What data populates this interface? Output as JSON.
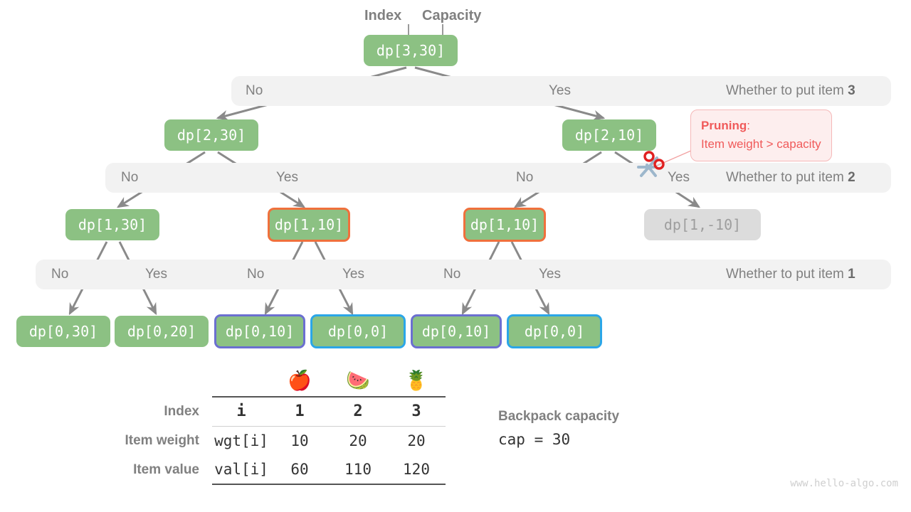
{
  "header_pointers": [
    {
      "label": "Index"
    },
    {
      "label": "Capacity"
    }
  ],
  "tree": {
    "levels": [
      {
        "nodes": [
          {
            "label": "dp[3,30]",
            "style": "green"
          }
        ]
      },
      {
        "nodes": [
          {
            "label": "dp[2,30]",
            "style": "green"
          },
          {
            "label": "dp[2,10]",
            "style": "green"
          }
        ]
      },
      {
        "nodes": [
          {
            "label": "dp[1,30]",
            "style": "green"
          },
          {
            "label": "dp[1,10]",
            "style": "green-orange-border"
          },
          {
            "label": "dp[1,10]",
            "style": "green-orange-border"
          },
          {
            "label": "dp[1,-10]",
            "style": "grey"
          }
        ]
      },
      {
        "nodes": [
          {
            "label": "dp[0,30]",
            "style": "green"
          },
          {
            "label": "dp[0,20]",
            "style": "green"
          },
          {
            "label": "dp[0,10]",
            "style": "green-purple-border"
          },
          {
            "label": "dp[0,0]",
            "style": "green-cyan-border"
          },
          {
            "label": "dp[0,10]",
            "style": "green-purple-border"
          },
          {
            "label": "dp[0,0]",
            "style": "green-cyan-border"
          }
        ]
      }
    ],
    "bands": [
      {
        "question": "Whether to put item 3",
        "item": "3",
        "choices": [
          "No",
          "Yes"
        ]
      },
      {
        "question": "Whether to put item 2",
        "item": "2",
        "choices": [
          "No",
          "Yes",
          "No",
          "Yes"
        ]
      },
      {
        "question": "Whether to put item 1",
        "item": "1",
        "choices": [
          "No",
          "Yes",
          "No",
          "Yes",
          "No",
          "Yes"
        ]
      }
    ],
    "band_labels": {
      "b1_no": "No",
      "b1_yes": "Yes",
      "b1_q_pre": "Whether to put item ",
      "b1_q_num": "3",
      "b2_no1": "No",
      "b2_yes1": "Yes",
      "b2_no2": "No",
      "b2_yes2": "Yes",
      "b2_q_pre": "Whether to put item ",
      "b2_q_num": "2",
      "b3_no1": "No",
      "b3_yes1": "Yes",
      "b3_no2": "No",
      "b3_yes2": "Yes",
      "b3_no3": "No",
      "b3_yes3": "Yes",
      "b3_q_pre": "Whether to put item ",
      "b3_q_num": "1"
    }
  },
  "pruning_callout": {
    "title": "Pruning",
    "colon": ":",
    "text": "Item weight > capacity",
    "icon": "scissors-icon",
    "color": "#f05a5a"
  },
  "table": {
    "emojis": [
      "🍎",
      "🍉",
      "🍍"
    ],
    "row_labels": [
      "Index",
      "Item weight",
      "Item value"
    ],
    "rows": [
      {
        "label": "Index",
        "key": "i",
        "values": [
          "1",
          "2",
          "3"
        ]
      },
      {
        "label": "Item weight",
        "key": "wgt[i]",
        "values": [
          "10",
          "20",
          "20"
        ]
      },
      {
        "label": "Item value",
        "key": "val[i]",
        "values": [
          "60",
          "110",
          "120"
        ]
      }
    ]
  },
  "capacity": {
    "title": "Backpack capacity",
    "value": "cap = 30"
  },
  "watermark": "www.hello-algo.com",
  "colors": {
    "node_green": "#8cc183",
    "node_grey": "#dcdcdc",
    "border_orange": "#f0703c",
    "border_purple": "#6b6fd0",
    "border_cyan": "#2ba6e8",
    "band_bg": "#f2f2f2",
    "text_grey": "#808080",
    "pruning_red": "#f05a5a"
  }
}
